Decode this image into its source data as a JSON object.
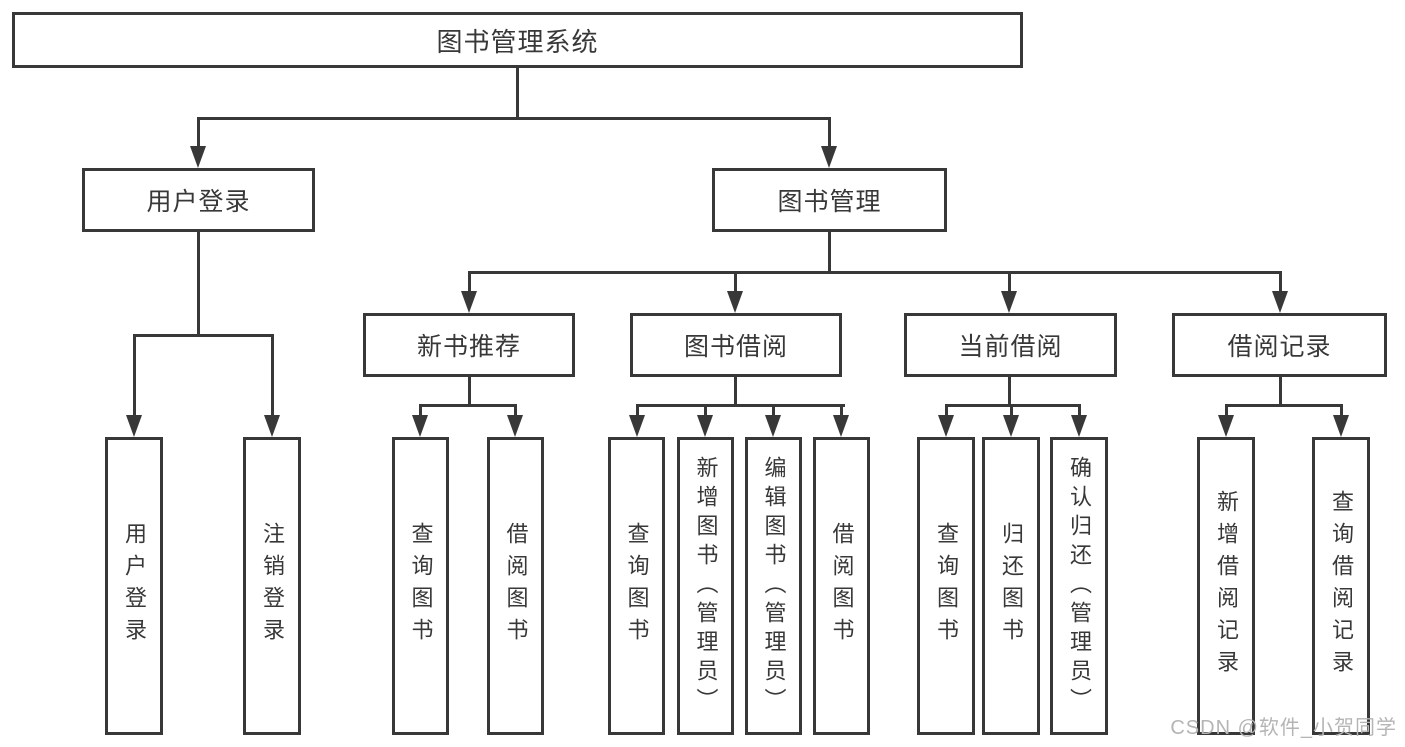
{
  "diagram_title": "图书管理系统",
  "nodes": {
    "root": "图书管理系统",
    "level2": [
      "用户登录",
      "图书管理"
    ],
    "level3": [
      "新书推荐",
      "图书借阅",
      "当前借阅",
      "借阅记录"
    ],
    "login_children": [
      "用户登录",
      "注销登录"
    ],
    "recommend_children": [
      "查询图书",
      "借阅图书"
    ],
    "borrow_children": [
      "查询图书",
      "新增图书（管理员）",
      "编辑图书（管理员）",
      "借阅图书"
    ],
    "current_children": [
      "查询图书",
      "归还图书",
      "确认归还（管理员）"
    ],
    "records_children": [
      "新增借阅记录",
      "查询借阅记录"
    ]
  },
  "watermark": "CSDN @软件_小贺同学",
  "colors": {
    "line": "#383838",
    "text": "#383838",
    "watermark": "#b5b5b5",
    "background": "#ffffff"
  }
}
